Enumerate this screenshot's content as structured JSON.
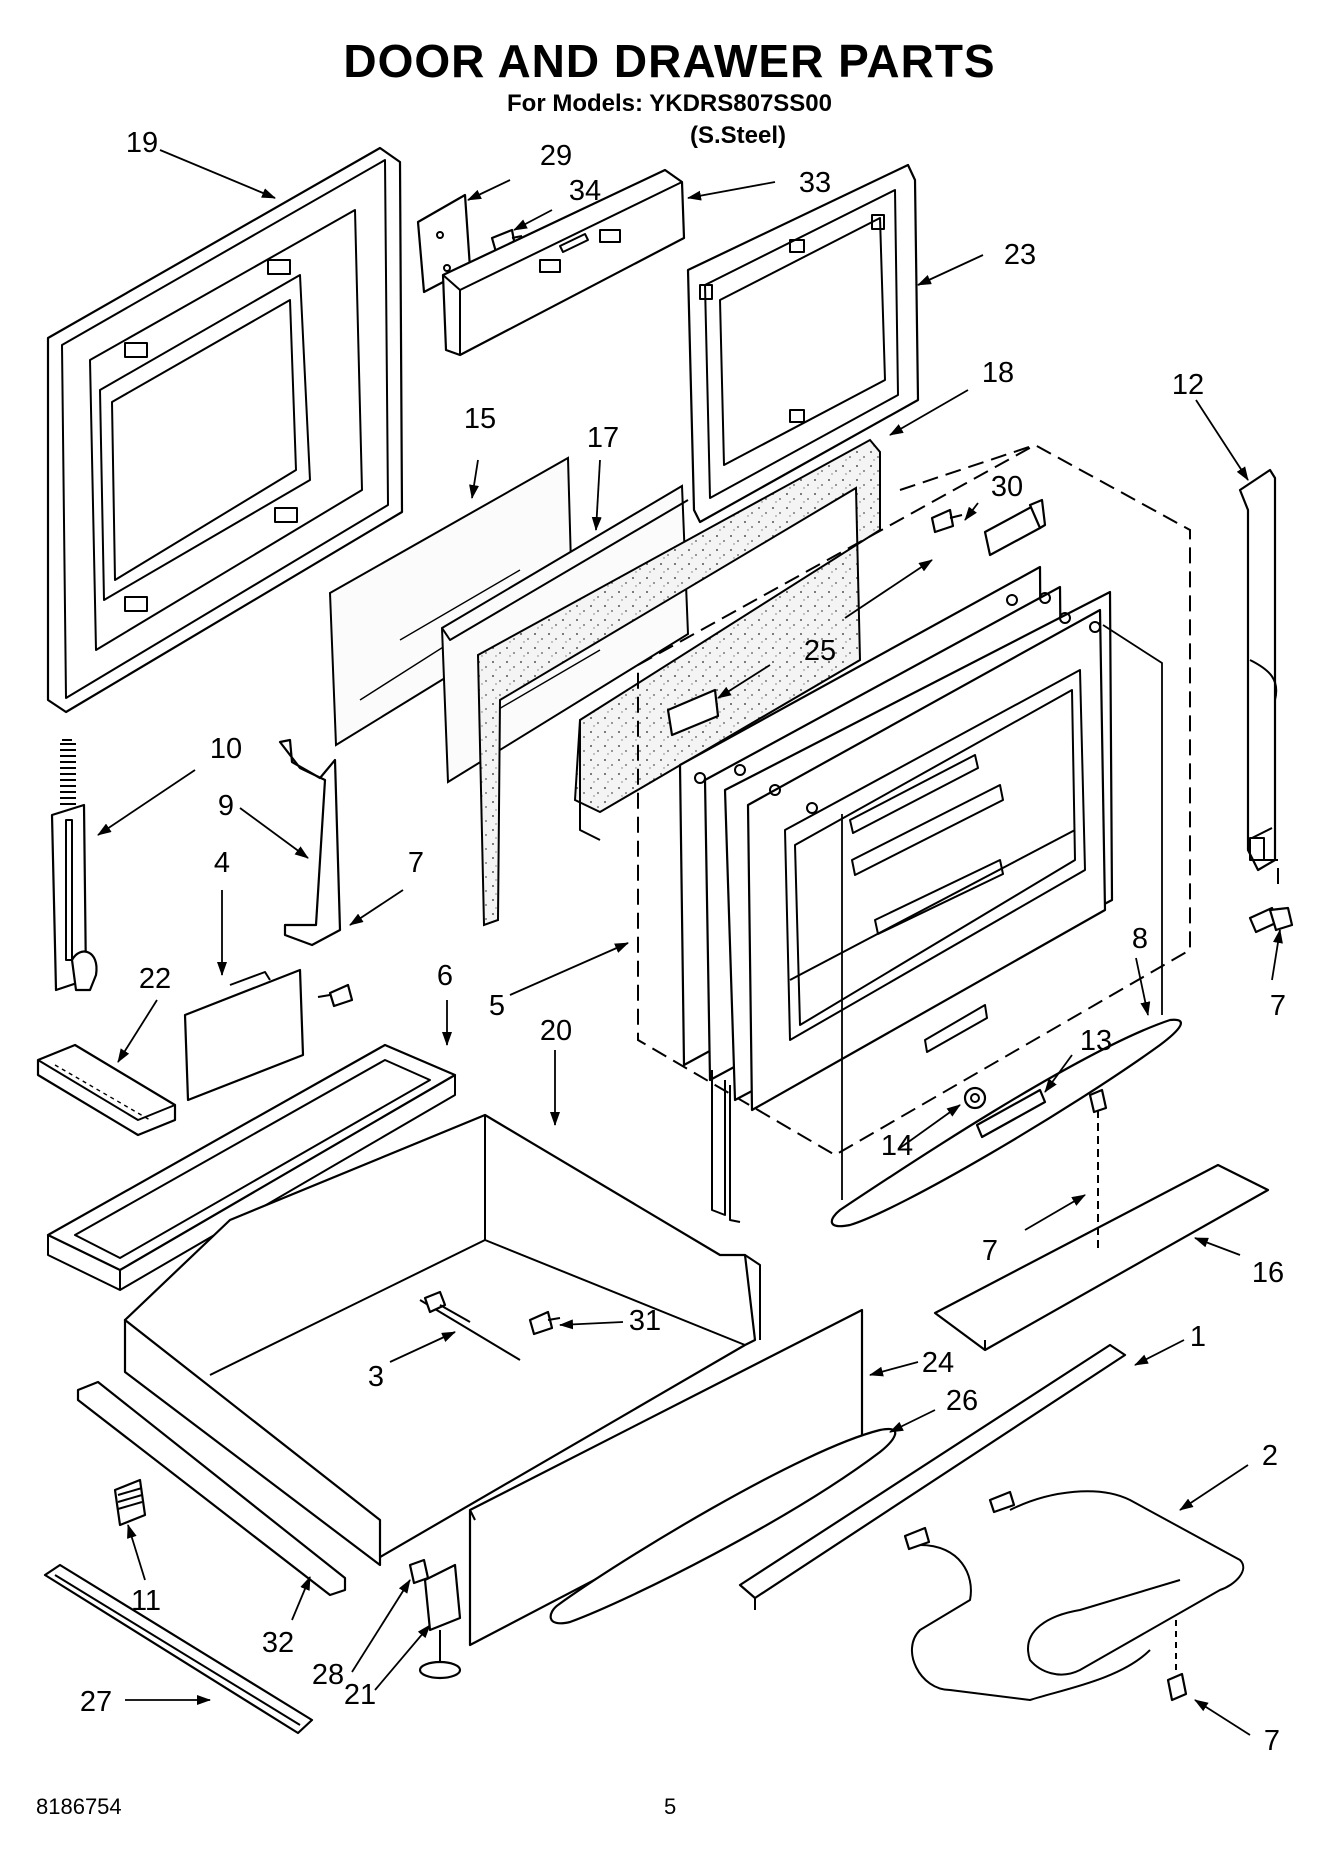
{
  "header": {
    "title": "DOOR AND DRAWER PARTS",
    "models_line": "For Models: YKDRS807SS00",
    "finish": "(S.Steel)"
  },
  "footer": {
    "doc_number": "8186754",
    "page_number": "5"
  },
  "callouts": [
    "1",
    "2",
    "3",
    "4",
    "5",
    "6",
    "7",
    "7",
    "7",
    "7",
    "8",
    "9",
    "10",
    "11",
    "12",
    "13",
    "14",
    "15",
    "16",
    "17",
    "18",
    "19",
    "20",
    "21",
    "22",
    "23",
    "24",
    "25",
    "26",
    "27",
    "28",
    "29",
    "30",
    "31",
    "32",
    "33",
    "34"
  ]
}
